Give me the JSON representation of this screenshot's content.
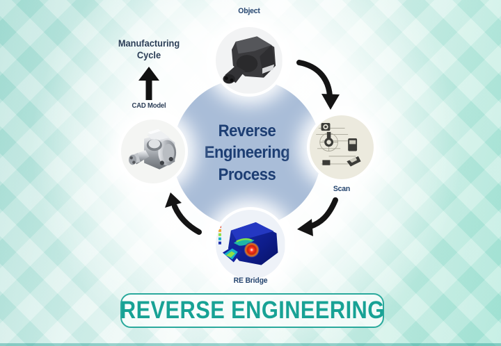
{
  "poster": {
    "center_title": "Reverse Engineering Process",
    "banner_label": "REVERSE ENGINEERING",
    "labels": {
      "object": "Object",
      "scan": "Scan",
      "re_bridge": "RE Bridge",
      "cad_model": "CAD Model",
      "manufacturing_cycle": "Manufacturing Cycle"
    },
    "colors": {
      "center_circle_bg": "#a9bdd8",
      "navy_text": "#1d3e73",
      "banner_text": "#18a295",
      "banner_border": "#2aa99c",
      "arrow": "#141414",
      "background_mint": "#a9e6d7"
    }
  }
}
